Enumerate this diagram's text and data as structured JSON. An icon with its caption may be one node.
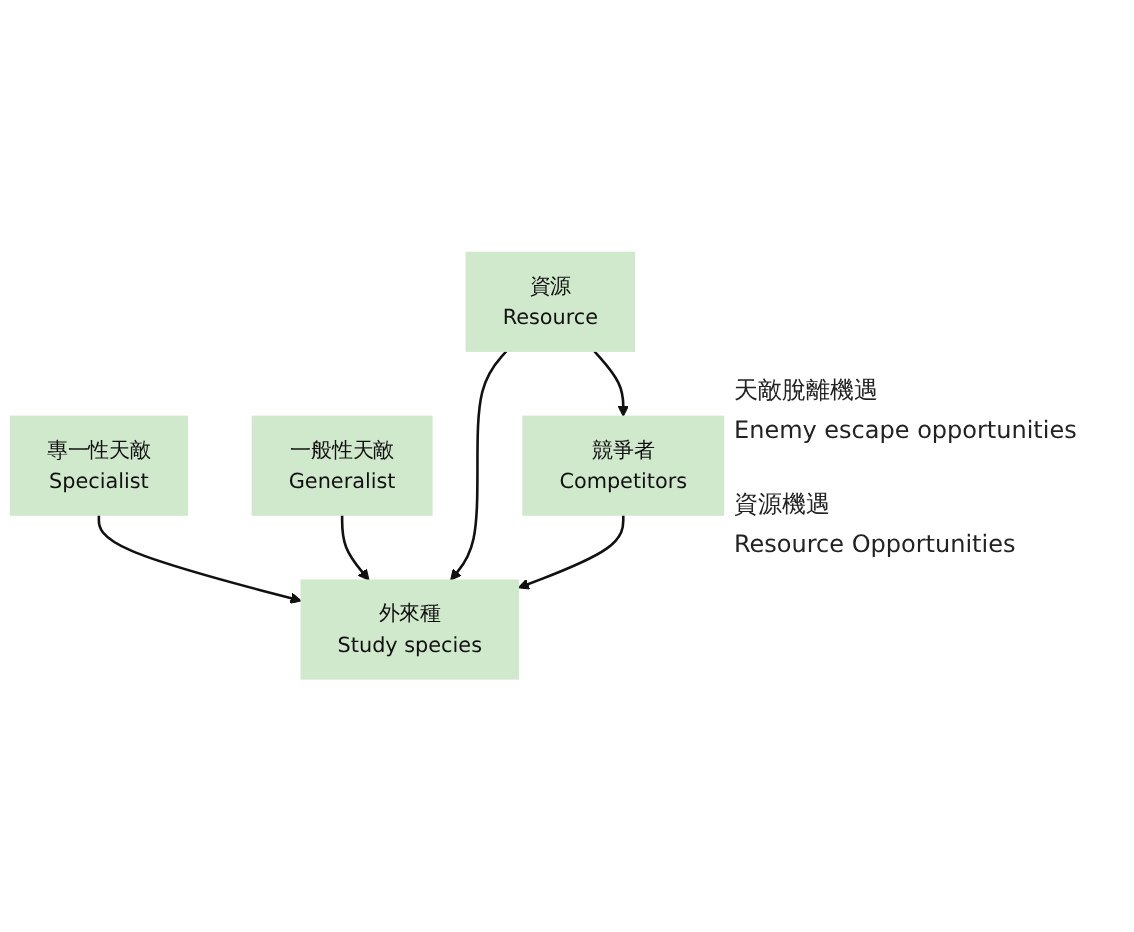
{
  "diagram": {
    "nodes": [
      {
        "text": [
          "專一性天敵",
          "Specialist"
        ]
      },
      {
        "text": [
          "一般性天敵",
          "Generalist"
        ]
      },
      {
        "text": [
          "外來種",
          "Study species"
        ]
      },
      {
        "text": [
          "資源",
          "Resource"
        ]
      },
      {
        "text": [
          "競爭者",
          "Competitors"
        ]
      }
    ],
    "edges": [
      {
        "from": 0,
        "to": 2,
        "arrow": "to"
      },
      {
        "from": 1,
        "to": 2,
        "arrow": "to"
      },
      {
        "from": 3,
        "to": 2,
        "arrow": "to"
      },
      {
        "from": 4,
        "to": 2,
        "arrow": "to"
      },
      {
        "from": 3,
        "to": 4,
        "arrow": "to"
      }
    ],
    "labels": [
      "天敵脫離機遇",
      "Enemy escape opportunities",
      "資源機遇",
      "Resource Opportunities"
    ]
  }
}
